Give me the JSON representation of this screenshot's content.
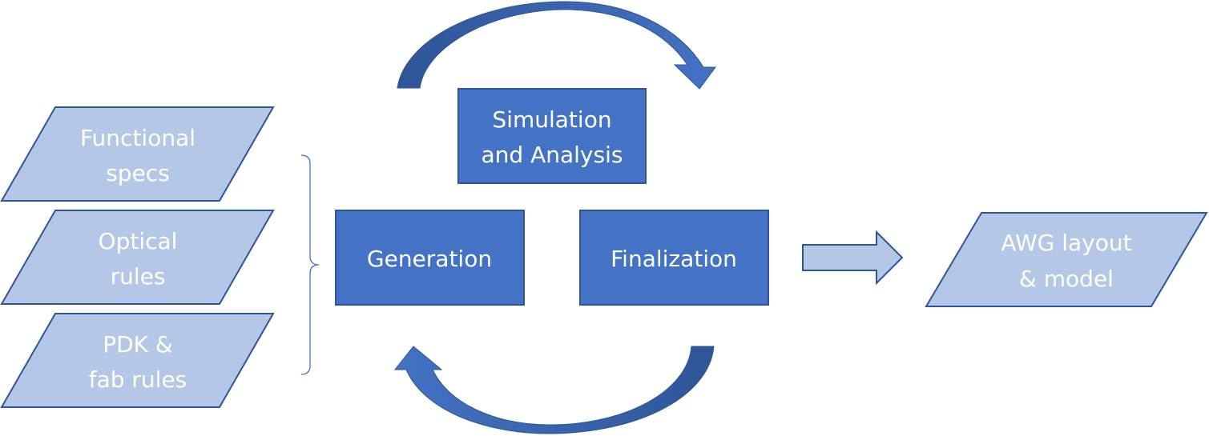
{
  "title": "AWG design flow",
  "inputs": [
    {
      "lines": [
        "Functional",
        "specs"
      ]
    },
    {
      "lines": [
        "Optical",
        "rules"
      ]
    },
    {
      "lines": [
        "PDK &",
        "fab rules"
      ]
    }
  ],
  "process": {
    "generation": {
      "lines": [
        "Generation"
      ]
    },
    "simulation": {
      "lines": [
        "Simulation",
        "and Analysis"
      ]
    },
    "finalization": {
      "lines": [
        "Finalization"
      ]
    }
  },
  "output": {
    "lines": [
      "AWG layout",
      "& model"
    ]
  },
  "colors": {
    "input_fill": "#b4c7e7",
    "process_fill": "#4472c4",
    "outline": "#2f5597",
    "arrow_dark": "#2f5597",
    "arrow_light": "#4472c4",
    "text": "#ffffff"
  }
}
